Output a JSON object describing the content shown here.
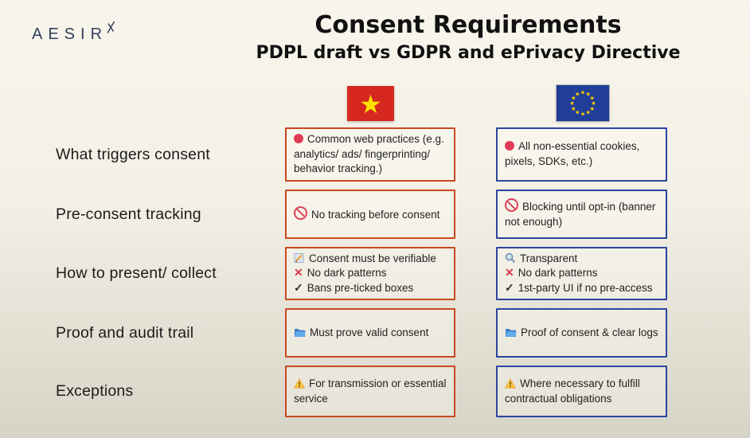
{
  "page": {
    "logo_text": "AESIR",
    "logo_mark_icon": "x-mark-icon",
    "title": "Consent Requirements",
    "subtitle": "PDPL draft vs GDPR and ePrivacy Directive"
  },
  "columns": {
    "vn": {
      "flag_icon": "vietnam-flag",
      "border_color": "#c8491e"
    },
    "eu": {
      "flag_icon": "eu-flag",
      "border_color": "#2b459e"
    }
  },
  "colors": {
    "background_top": "#f8f5ec",
    "background_bottom": "#d6d3c7",
    "title_text": "#111111",
    "logo_text": "#33405a",
    "vn_flag_red": "#d6281e",
    "vn_flag_star": "#ffe200",
    "eu_flag_blue": "#1f3d99",
    "eu_flag_star": "#ffcc00"
  },
  "table": {
    "rows": [
      {
        "label": "What triggers consent",
        "vn": {
          "lines": [
            {
              "icon": "red-circle-icon",
              "text": "Common web practices (e.g. analytics/ ads/ fingerprinting/ behavior tracking.)"
            }
          ]
        },
        "eu": {
          "lines": [
            {
              "icon": "red-circle-icon",
              "text": "All non-essential cookies, pixels, SDKs, etc.)"
            }
          ]
        }
      },
      {
        "label": "Pre-consent tracking",
        "vn": {
          "lines": [
            {
              "icon": "prohibited-icon",
              "text": "No tracking before consent"
            }
          ]
        },
        "eu": {
          "lines": [
            {
              "icon": "prohibited-icon",
              "text": "Blocking until opt-in (banner not enough)"
            }
          ]
        }
      },
      {
        "label": "How to present/ collect",
        "vn": {
          "lines": [
            {
              "icon": "memo-icon",
              "text": "Consent must be verifiable"
            },
            {
              "icon": "x-icon",
              "text": "No dark patterns"
            },
            {
              "icon": "check-icon",
              "text": "Bans pre-ticked boxes"
            }
          ]
        },
        "eu": {
          "lines": [
            {
              "icon": "magnifier-icon",
              "text": "Transparent"
            },
            {
              "icon": "x-icon",
              "text": "No dark patterns"
            },
            {
              "icon": "check-icon",
              "text": "1st-party UI if no pre-access"
            }
          ]
        }
      },
      {
        "label": "Proof and audit trail",
        "vn": {
          "lines": [
            {
              "icon": "folder-icon",
              "text": "Must prove valid consent"
            }
          ]
        },
        "eu": {
          "lines": [
            {
              "icon": "folder-icon",
              "text": "Proof of consent & clear logs"
            }
          ]
        }
      },
      {
        "label": "Exceptions",
        "vn": {
          "lines": [
            {
              "icon": "warning-icon",
              "text": "For transmission or essential service"
            }
          ]
        },
        "eu": {
          "lines": [
            {
              "icon": "warning-icon",
              "text": "Where necessary to fulfill contractual obligations"
            }
          ]
        }
      }
    ]
  }
}
